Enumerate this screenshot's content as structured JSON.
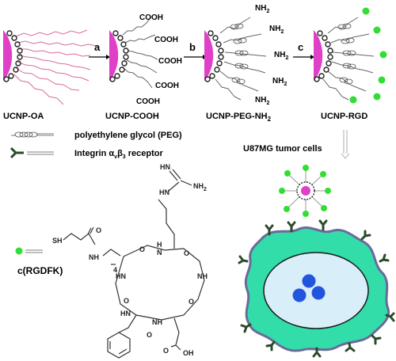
{
  "panels": {
    "oa": {
      "label": "UCNP-OA"
    },
    "cooh": {
      "label": "UCNP-COOH",
      "group": "COOH"
    },
    "peg": {
      "label": "UCNP-PEG-NH",
      "sub": "2",
      "group": "NH",
      "group_sub": "2"
    },
    "rgd": {
      "label": "UCNP-RGD"
    }
  },
  "steps": {
    "a": "a",
    "b": "b",
    "c": "c"
  },
  "legend": {
    "peg": "polyethylene glycol (PEG)",
    "receptor_prefix": "Integrin ",
    "receptor_alpha": "α",
    "receptor_alpha_sub": "v",
    "receptor_beta": "β",
    "receptor_beta_sub": "3",
    "receptor_suffix": " receptor"
  },
  "cell_label": "U87MG tumor cells",
  "peptide": {
    "name": "c(RGDFK)",
    "atoms": {
      "NH": "NH",
      "NH2": "NH",
      "NH2_sub": "2",
      "HN": "HN",
      "SH": "SH",
      "H": "H",
      "N": "N",
      "O": "O",
      "OH": "OH",
      "four": "4"
    }
  },
  "colors": {
    "nanoparticle": "#e040c8",
    "rgd_dot": "#33dd33",
    "cell": "#33ddaa",
    "cell_border": "#6a6a9a",
    "nucleus": "#d8eef8",
    "nucleolus": "#2255dd",
    "receptor": "#2b4a2b"
  },
  "icons": [
    "nanoparticle-icon",
    "arrow-right-icon",
    "receptor-icon",
    "peg-coil-icon",
    "tumor-cell-icon"
  ]
}
